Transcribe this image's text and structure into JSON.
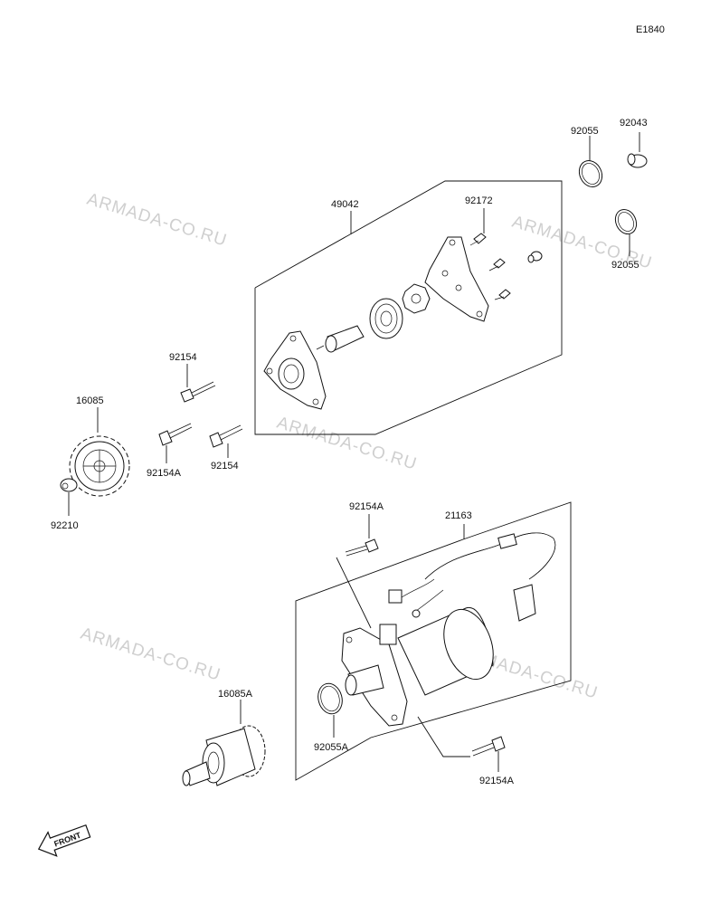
{
  "diagram_code": "E1840",
  "watermark_text": "ARMADA-CO.RU",
  "front_label": "FRONT",
  "labels": {
    "p92043": "92043",
    "p92055_top": "92055",
    "p92055_mid": "92055",
    "p49042": "49042",
    "p92172": "92172",
    "p92154_a": "92154",
    "p92154_b": "92154",
    "p92154A_a": "92154A",
    "p16085": "16085",
    "p92210": "92210",
    "p92154A_b": "92154A",
    "p21163": "21163",
    "p16085A": "16085A",
    "p92055A": "92055A",
    "p92154A_c": "92154A"
  }
}
